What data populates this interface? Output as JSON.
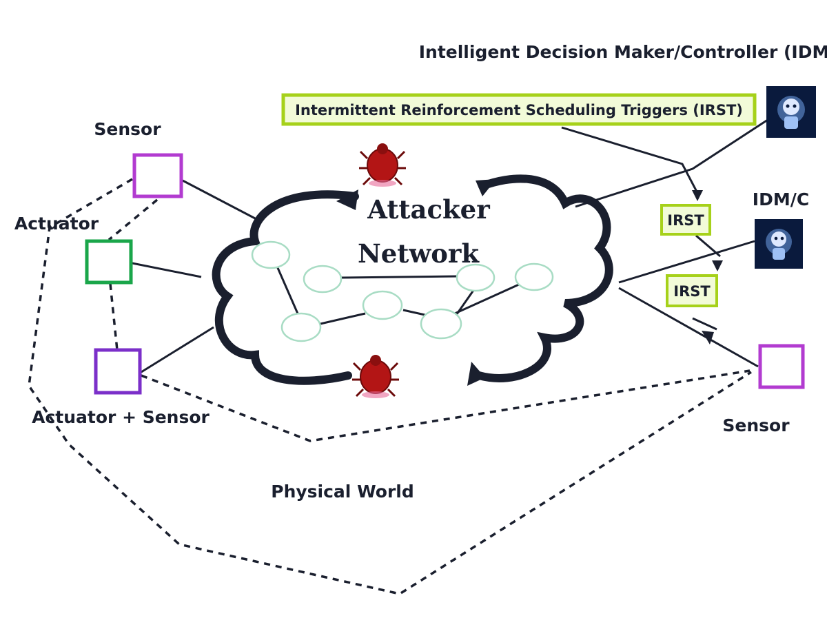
{
  "header": {
    "controller_title": "Intelligent Decision Maker/Controller (IDM/C)"
  },
  "irst_banner": {
    "text": "Intermittent Reinforcement Scheduling Triggers (IRST)"
  },
  "network": {
    "line1": "Attacker",
    "line2": "Network"
  },
  "nodes": {
    "sensor_top_left": "Sensor",
    "actuator": "Actuator",
    "actuator_sensor": "Actuator + Sensor",
    "sensor_right": "Sensor",
    "idmc_small": "IDM/C",
    "irst_1": "IRST",
    "irst_2": "IRST"
  },
  "regions": {
    "physical_world": "Physical World"
  },
  "icons": {
    "attacker": "bug-icon",
    "controller": "robot-icon"
  },
  "colors": {
    "sensor_border": "#b23bd0",
    "actuator_border": "#1aa64a",
    "actuator_sensor_border": "#7b2fc9",
    "irst_border": "#a6d11a",
    "irst_fill": "#f2fbd8",
    "bug": "#b31515",
    "controller_bg": "#0a1a3d",
    "text": "#1a1f2e"
  }
}
